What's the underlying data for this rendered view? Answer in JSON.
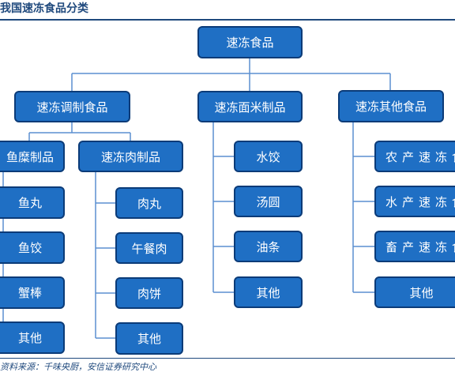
{
  "title": "我国速冻食品分类",
  "root": "速冻食品",
  "categories": [
    {
      "label": "速冻调制食品",
      "subcategories": [
        {
          "label": "鱼糜制品",
          "items": [
            "鱼丸",
            "鱼饺",
            "蟹棒",
            "其他"
          ]
        },
        {
          "label": "速冻肉制品",
          "items": [
            "肉丸",
            "午餐肉",
            "肉饼",
            "其他"
          ]
        }
      ]
    },
    {
      "label": "速冻面米制品",
      "items": [
        "水饺",
        "汤圆",
        "油条",
        "其他"
      ]
    },
    {
      "label": "速冻其他食品",
      "items": [
        "农产速冻食",
        "水产速冻食",
        "畜产速冻食",
        "其他"
      ]
    }
  ],
  "source": "资料来源：千味央厨，安信证券研究中心"
}
